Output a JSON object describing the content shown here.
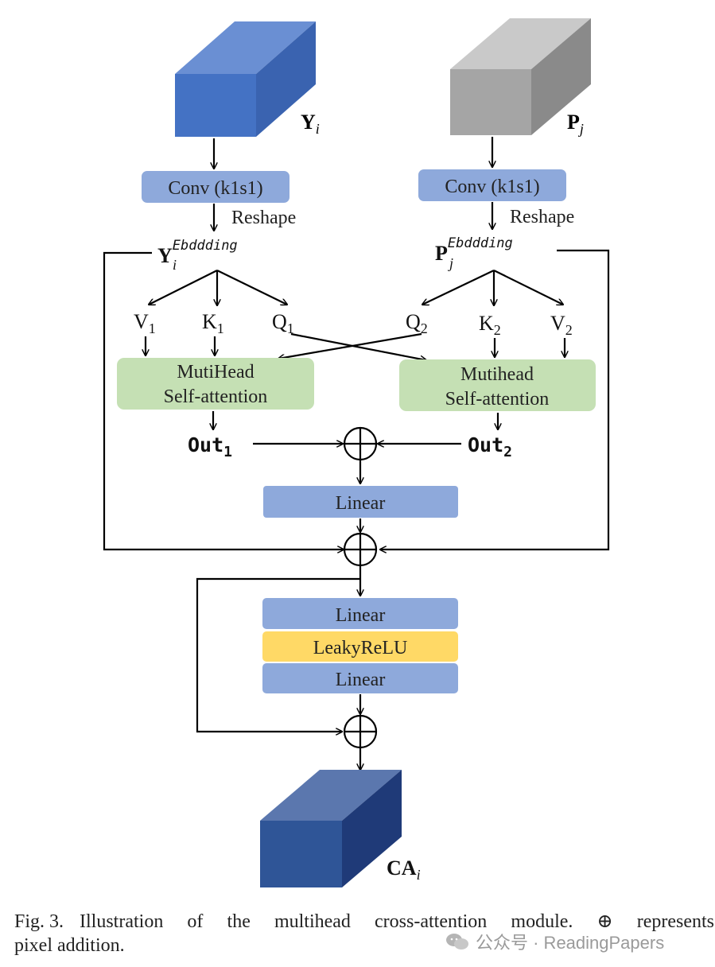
{
  "inputs": {
    "left_tensor": {
      "symbol": "Y",
      "subscript": "i",
      "color": "#4472C4"
    },
    "right_tensor": {
      "symbol": "P",
      "subscript": "j",
      "color": "#A5A5A5"
    },
    "output_tensor": {
      "symbol": "CA",
      "subscript": "i",
      "color": "#2F5597"
    }
  },
  "conv_blocks": {
    "left_label": "Conv (k1s1)",
    "right_label": "Conv (k1s1)"
  },
  "reshape_labels": {
    "left": "Reshape",
    "right": "Reshape"
  },
  "embeddings": {
    "left": {
      "symbol": "Y",
      "subscript": "i",
      "superscript": "Ebddding"
    },
    "right": {
      "symbol": "P",
      "subscript": "j",
      "superscript": "Ebddding"
    }
  },
  "qkv": {
    "left": [
      {
        "letter": "V",
        "sub": "1"
      },
      {
        "letter": "K",
        "sub": "1"
      },
      {
        "letter": "Q",
        "sub": "1"
      }
    ],
    "right": [
      {
        "letter": "Q",
        "sub": "2"
      },
      {
        "letter": "K",
        "sub": "2"
      },
      {
        "letter": "V",
        "sub": "2"
      }
    ]
  },
  "attention": {
    "left": {
      "line1": "MutiHead",
      "line2": "Self-attention"
    },
    "right": {
      "line1": "Mutihead",
      "line2": "Self-attention"
    }
  },
  "outs": {
    "left": {
      "label": "Out",
      "sub": "1"
    },
    "right": {
      "label": "Out",
      "sub": "2"
    }
  },
  "layers": {
    "linear_top": "Linear",
    "linear_mid": "Linear",
    "activation": "LeakyReLU",
    "linear_bottom": "Linear"
  },
  "colors": {
    "conv_fill": "#8EA9DB",
    "attention_fill": "#C5E0B4",
    "linear_fill": "#8EA9DB",
    "activation_fill": "#FFD966",
    "line": "#000000"
  },
  "caption": {
    "line1_left": "Fig. 3.",
    "line1_text": "Illustration of the multihead cross-attention module. ⊕ represents",
    "line2": "pixel addition."
  },
  "watermark": {
    "text": "公众号 · ReadingPapers",
    "icon": "wechat-icon"
  }
}
